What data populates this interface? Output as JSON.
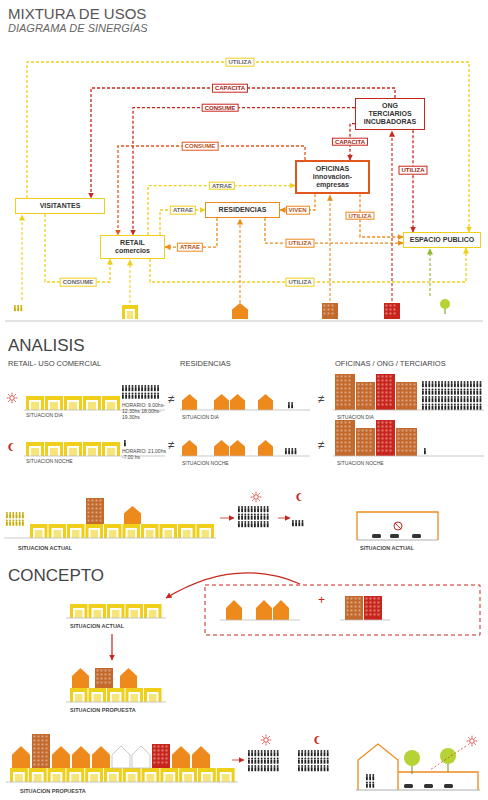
{
  "diagram": {
    "title": "MIXTURA DE USOS",
    "nodes": [
      {
        "text": [
          "ONG TERCIARIOS INCUBADORAS"
        ]
      },
      {
        "text": [
          "OFICINAS innovacion- empresas"
        ]
      },
      {
        "text": [
          "VISITANTES"
        ]
      },
      {
        "text": [
          "RESIDENCIAS"
        ]
      },
      {
        "text": [
          "RETAIL comercios"
        ]
      },
      {
        "text": [
          "ESPACIO PUBLICO"
        ]
      }
    ],
    "edges": [
      {
        "from": 2,
        "to": 5,
        "label": "UTILIZA",
        "arrow": "to"
      },
      {
        "from": 0,
        "to": 2,
        "label": "CAPACITA",
        "arrow": "to"
      },
      {
        "from": 0,
        "to": 4,
        "label": "CONSUME",
        "arrow": "to"
      },
      {
        "from": 0,
        "to": 1,
        "label": "CAPACITA",
        "arrow": "to"
      },
      {
        "from": 1,
        "to": 4,
        "label": "CONSUME",
        "arrow": "to"
      },
      {
        "from": 4,
        "to": 1,
        "label": "ATRAE",
        "arrow": "to"
      },
      {
        "from": 4,
        "to": 3,
        "label": "ATRAE",
        "arrow": "to"
      },
      {
        "from": 1,
        "to": 3,
        "label": "VIVEN",
        "arrow": "to"
      },
      {
        "from": 0,
        "to": 5,
        "label": "UTILIZA",
        "arrow": "to"
      },
      {
        "from": 1,
        "to": 5,
        "label": "UTILIZA",
        "arrow": "to"
      },
      {
        "from": 3,
        "to": 5,
        "label": "UTILIZA",
        "arrow": "to"
      },
      {
        "from": 3,
        "to": 4,
        "label": "ATRAE",
        "arrow": "to"
      },
      {
        "from": 4,
        "to": 5,
        "label": "UTILIZA",
        "arrow": "to"
      },
      {
        "from": 2,
        "to": 4,
        "label": "CONSUME",
        "arrow": "to"
      }
    ],
    "labels": [
      "DIAGRAMA DE SINERGÍAS",
      "ANALISIS",
      "RETAIL- USO COMERCIAL",
      "RESIDENCIAS",
      "OFICINAS / ONG / TERCIARIOS",
      "SITUACION DIA",
      "HORARIO: 9.00hs-12.30hs 18.00hs-19.30hs",
      "SITUACION NOCHE",
      "HORARIO: 21.00hs -7.00 hs",
      "SITUACION DIA",
      "SITUACION NOCHE",
      "SITUACION DIA",
      "SITUACION NOCHE",
      "≠",
      "≠",
      "≠",
      "≠",
      "SITUACION ACTUAL",
      "SITUACION ACTUAL",
      "CONCEPTO",
      "SITUACION ACTUAL",
      "+",
      "SITUACION PROPUESTA",
      "SITUACION PROPUESTA"
    ]
  }
}
